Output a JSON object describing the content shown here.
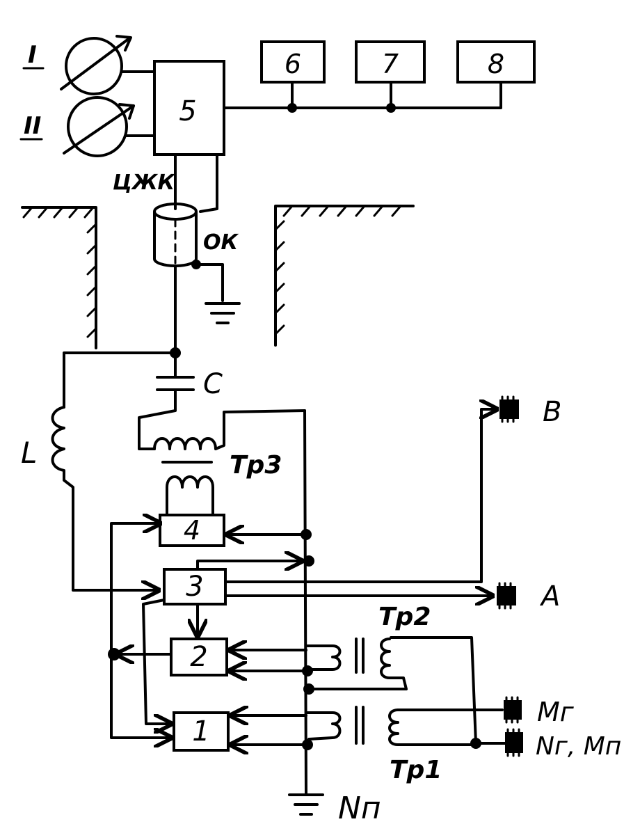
{
  "meters": [
    {
      "label": "I"
    },
    {
      "label": "II"
    }
  ],
  "blocks": {
    "b1": "1",
    "b2": "2",
    "b3": "3",
    "b4": "4",
    "b5": "5",
    "b6": "6",
    "b7": "7",
    "b8": "8"
  },
  "labels": {
    "core_cable": "ЦЖК",
    "outer_cable": "ОК",
    "capacitor": "C",
    "inductor": "L",
    "tr3": "Тр3",
    "tr2": "Тр2",
    "tr1": "Тр1",
    "term_b": "B",
    "term_a": "A",
    "term_mg": "Mг",
    "term_ng_mp": "Nг, Mп",
    "ground_np": "Nп"
  }
}
